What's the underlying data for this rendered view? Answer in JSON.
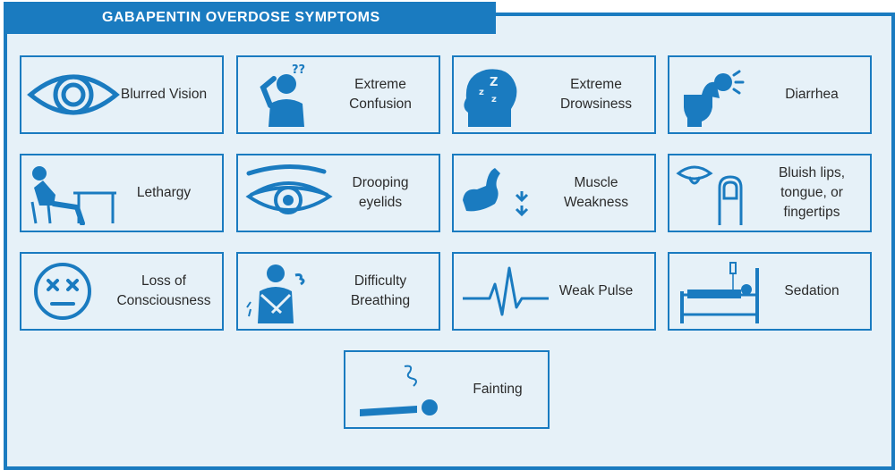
{
  "title": "GABAPENTIN OVERDOSE SYMPTOMS",
  "colors": {
    "accent": "#1a7bc0",
    "panel_bg": "#e6f1f8",
    "text": "#2b2b2b"
  },
  "symptoms": [
    {
      "line1": "Blurred Vision",
      "line2": "",
      "line3": "",
      "icon": "eye-icon"
    },
    {
      "line1": "Extreme",
      "line2": "Confusion",
      "line3": "",
      "icon": "confused-person-icon"
    },
    {
      "line1": "Extreme",
      "line2": "Drowsiness",
      "line3": "",
      "icon": "sleepy-head-icon"
    },
    {
      "line1": "Diarrhea",
      "line2": "",
      "line3": "",
      "icon": "toilet-person-icon"
    },
    {
      "line1": "Lethargy",
      "line2": "",
      "line3": "",
      "icon": "slumped-at-desk-icon"
    },
    {
      "line1": "Drooping",
      "line2": "eyelids",
      "line3": "",
      "icon": "drooping-eye-icon"
    },
    {
      "line1": "Muscle",
      "line2": "Weakness",
      "line3": "",
      "icon": "weak-arm-icon"
    },
    {
      "line1": "Bluish lips,",
      "line2": "tongue, or",
      "line3": "fingertips",
      "icon": "lips-finger-icon"
    },
    {
      "line1": "Loss of",
      "line2": "Consciousness",
      "line3": "",
      "icon": "knocked-out-face-icon"
    },
    {
      "line1": "Difficulty",
      "line2": "Breathing",
      "line3": "",
      "icon": "breathing-person-icon"
    },
    {
      "line1": "Weak Pulse",
      "line2": "",
      "line3": "",
      "icon": "pulse-line-icon"
    },
    {
      "line1": "Sedation",
      "line2": "",
      "line3": "",
      "icon": "hospital-bed-icon"
    },
    {
      "line1": "Fainting",
      "line2": "",
      "line3": "",
      "icon": "fainted-person-icon"
    }
  ]
}
